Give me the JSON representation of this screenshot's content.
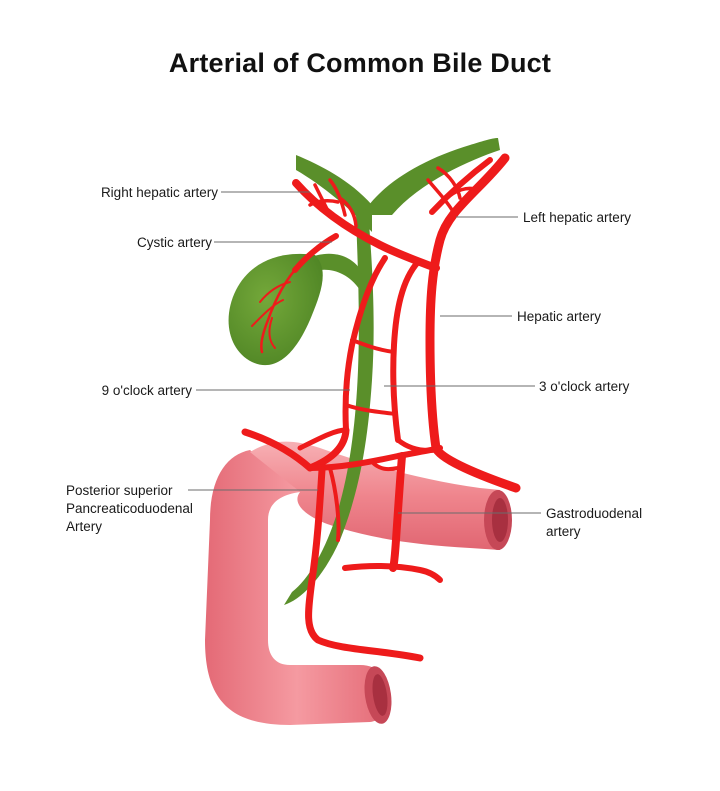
{
  "title": "Arterial of Common Bile Duct",
  "labels": {
    "right_hepatic": "Right hepatic artery",
    "left_hepatic": "Left hepatic artery",
    "cystic": "Cystic artery",
    "hepatic": "Hepatic artery",
    "nine_oclock": "9 o'clock artery",
    "three_oclock": "3 o'clock artery",
    "psp_line1": "Posterior superior",
    "psp_line2": "Pancreaticoduodenal",
    "psp_line3": "Artery",
    "gastro_line1": "Gastroduodenal",
    "gastro_line2": "artery"
  },
  "colors": {
    "artery": "#ee1b1b",
    "bile_duct": "#5a8f2a",
    "duodenum": "#ec7d86",
    "duodenum_light": "#f5a9ae"
  }
}
